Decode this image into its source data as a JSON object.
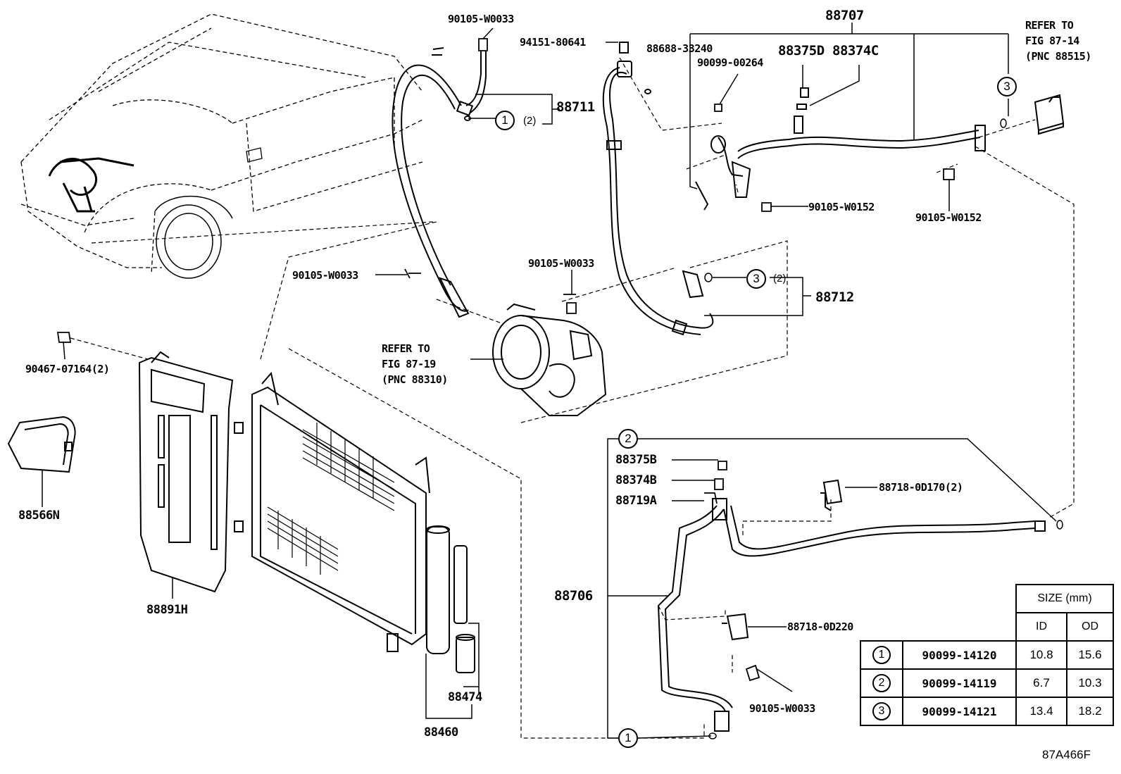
{
  "figure_id": "87A466F",
  "labels": {
    "p90105_w0033_a": "90105-W0033",
    "p94151_80641": "94151-80641",
    "p88707": "88707",
    "p88688_33240": "88688-33240",
    "p88375d": "88375D",
    "p88374c": "88374C",
    "p90099_00264": "90099-00264",
    "p88711": "88711",
    "p88711_qty": "(2)",
    "p90105_w0152_a": "90105-W0152",
    "p90105_w0152_b": "90105-W0152",
    "p90105_w0033_b": "90105-W0033",
    "p90105_w0033_c": "90105-W0033",
    "p88712": "88712",
    "p88712_qty": "(2)",
    "p90467_07164": "90467-07164(2)",
    "p88566n": "88566N",
    "p88891h": "88891H",
    "p88375b": "88375B",
    "p88374b": "88374B",
    "p88719a": "88719A",
    "p88718_0d170": "88718-0D170(2)",
    "p88706": "88706",
    "p88718_0d220": "88718-0D220",
    "p90105_w0033_d": "90105-W0033",
    "p88474": "88474",
    "p88460": "88460"
  },
  "callouts": {
    "c1_top": "1",
    "c3_top": "3",
    "c3_mid": "3",
    "c2_low": "2",
    "c1_low": "1"
  },
  "references": {
    "ref_top_right": [
      "REFER TO",
      "FIG 87-14",
      "(PNC 88515)"
    ],
    "ref_compressor": [
      "REFER TO",
      "FIG 87-19",
      "(PNC 88310)"
    ]
  },
  "size_table": {
    "header": "SIZE (mm)",
    "columns": [
      "ID",
      "OD"
    ],
    "rows": [
      {
        "ref": "1",
        "part": "90099-14120",
        "id": "10.8",
        "od": "15.6"
      },
      {
        "ref": "2",
        "part": "90099-14119",
        "id": "6.7",
        "od": "10.3"
      },
      {
        "ref": "3",
        "part": "90099-14121",
        "id": "13.4",
        "od": "18.2"
      }
    ]
  }
}
